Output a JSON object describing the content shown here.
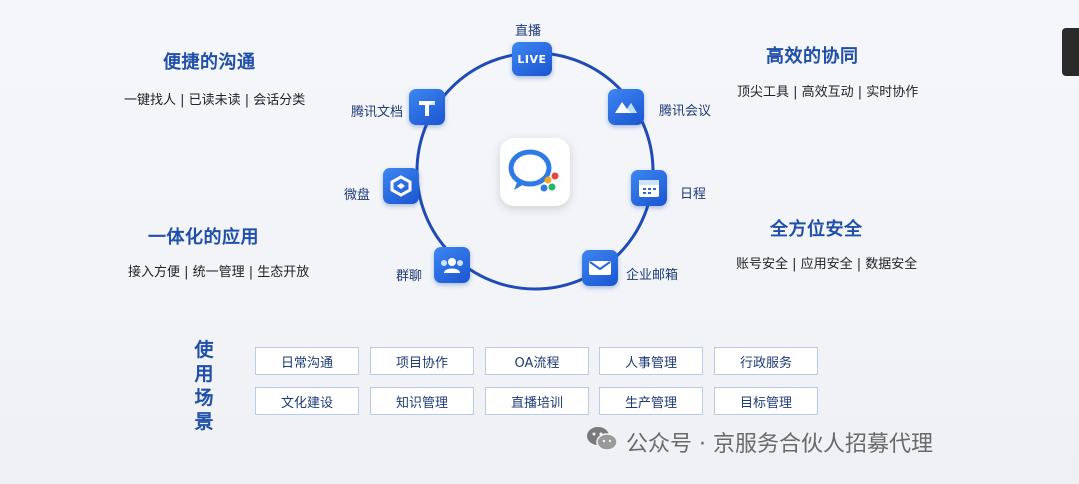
{
  "sections": {
    "convenient": {
      "title": "便捷的沟通",
      "sub": "一键找人 | 已读未读 | 会话分类"
    },
    "efficient": {
      "title": "高效的协同",
      "sub": "顶尖工具 | 高效互动 | 实时协作"
    },
    "integrated": {
      "title": "一体化的应用",
      "sub": "接入方便 | 统一管理 | 生态开放"
    },
    "security": {
      "title": "全方位安全",
      "sub": "账号安全 | 应用安全 | 数据安全"
    }
  },
  "apps": {
    "live": {
      "label": "直播",
      "badge": "LIVE",
      "icon": "live-icon"
    },
    "meeting": {
      "label": "腾讯会议",
      "icon": "tencent-meeting-icon"
    },
    "calendar": {
      "label": "日程",
      "icon": "calendar-icon"
    },
    "mail": {
      "label": "企业邮箱",
      "icon": "mail-icon"
    },
    "group": {
      "label": "群聊",
      "icon": "group-chat-icon"
    },
    "disk": {
      "label": "微盘",
      "icon": "disk-icon"
    },
    "docs": {
      "label": "腾讯文档",
      "icon": "docs-icon"
    }
  },
  "center": {
    "icon": "wecom-logo-icon"
  },
  "scenarios": {
    "title_chars": [
      "使",
      "用",
      "场",
      "景"
    ],
    "row1": [
      "日常沟通",
      "项目协作",
      "OA流程",
      "人事管理",
      "行政服务"
    ],
    "row2": [
      "文化建设",
      "知识管理",
      "直播培训",
      "生产管理",
      "目标管理"
    ]
  },
  "watermark": {
    "text": "公众号 · 京服务合伙人招募代理",
    "icon": "wechat-icon"
  },
  "colors": {
    "accent": "#1f4fa8",
    "ring": "#1e4bb5",
    "icon_bg": "#2a66e0"
  }
}
